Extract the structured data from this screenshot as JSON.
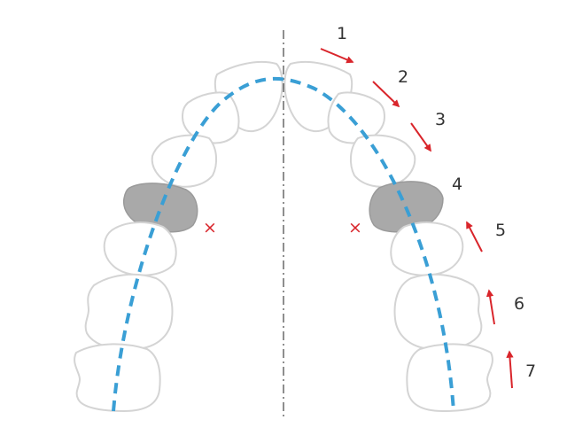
{
  "colors": {
    "arch_line": "#3a9fd5",
    "arrow": "#d9252b",
    "extract_mark": "#d9252b",
    "label_text": "#333333"
  },
  "movement_labels": [
    "1",
    "2",
    "3",
    "4",
    "5",
    "6",
    "7"
  ],
  "extraction_marks": [
    "×",
    "×"
  ]
}
